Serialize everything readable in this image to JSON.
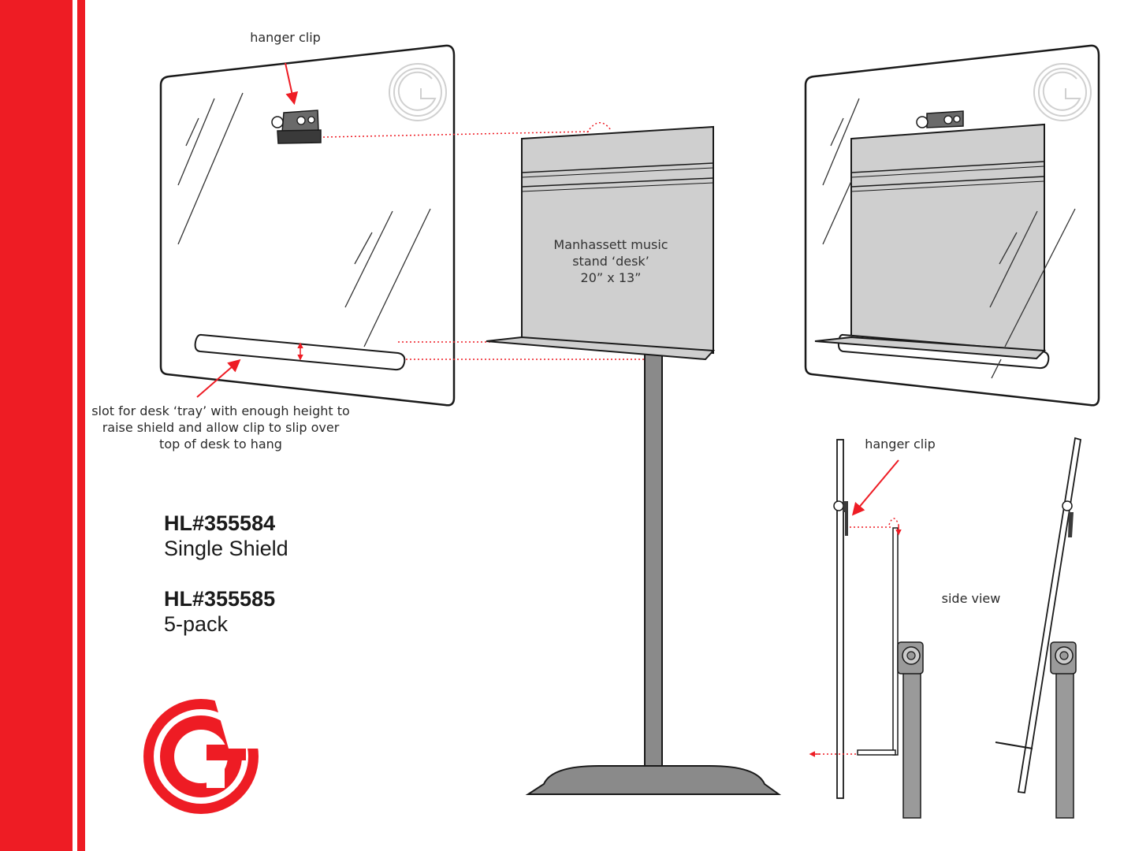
{
  "brand": {
    "accent": "#ee1c24",
    "logo": "g-circle-logo"
  },
  "callouts": {
    "hanger_clip_top": "hanger clip",
    "hanger_clip_side": "hanger clip",
    "slot_note": "slot for desk ‘tray’ with enough height to\nraise shield and allow clip to slip over\ntop of desk to hang",
    "desk_label": "Manhassett  music\nstand ‘desk’\n20” x 13”",
    "side_view": "side view"
  },
  "products": [
    {
      "code": "HL#355584",
      "name": "Single Shield"
    },
    {
      "code": "HL#355585",
      "name": "5-pack"
    }
  ],
  "colors": {
    "panel_stroke": "#1a1a1a",
    "desk_fill": "#cfcfcf",
    "stand_fill": "#8a8a8a",
    "guide": "#ee1c24"
  }
}
